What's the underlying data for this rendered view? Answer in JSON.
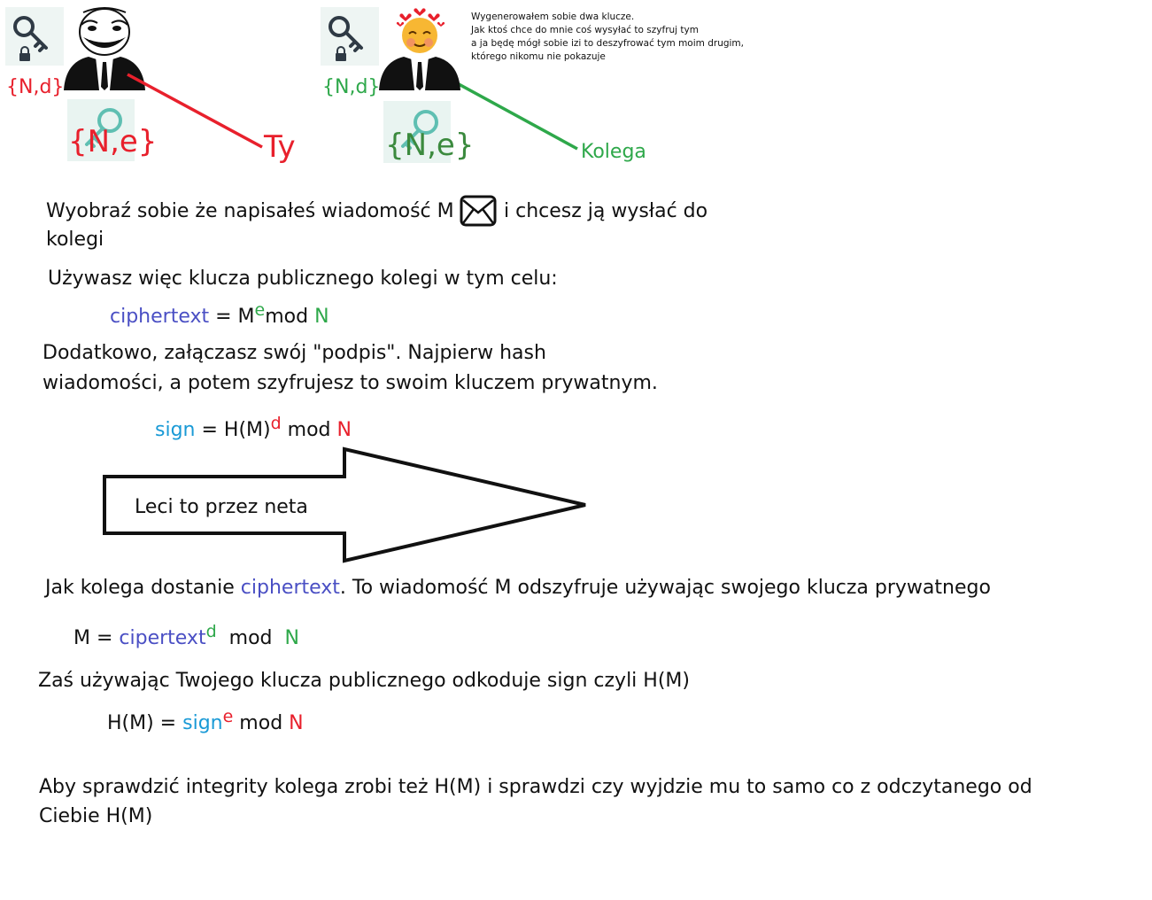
{
  "colors": {
    "blue": "#4a4fc4",
    "cyan": "#1a9ad6",
    "green": "#2ea84a",
    "red": "#e8202c",
    "key_teal": "#5fbfb2",
    "dark_key": "#2f3a45"
  },
  "you": {
    "private_key": "{N,d}",
    "public_key": "{N,e}",
    "label": "Ty",
    "lock_icon": "lock-icon",
    "avatar_icon": "troll-face-person-icon"
  },
  "friend": {
    "private_key": "{N,d}",
    "public_key": "{N,e}",
    "label": "Kolega",
    "lock_icon": "lock-icon",
    "avatar_icon": "smiling-face-hearts-person-icon",
    "note_lines": [
      "Wygenerowałem sobie dwa klucze.",
      "Jak ktoś chce do mnie coś wysyłać to szyfruj tym",
      "a ja będę mógł sobie izi to deszyfrować tym moim drugim,",
      "którego nikomu nie pokazuje"
    ]
  },
  "intro": {
    "line1_part1": "Wyobraź sobie że napisałeś wiadomość M",
    "line1_part2": "i chcesz ją wysłać do",
    "line2": "kolegi",
    "envelope_icon": "envelope-icon"
  },
  "encrypt": {
    "text": "Używasz więc klucza publicznego kolegi w tym celu:",
    "formula": {
      "lhs": "ciphertext",
      "eq": " = M",
      "exp": "e",
      "mod": "mod ",
      "mod_var": "N"
    }
  },
  "signing": {
    "line1": "Dodatkowo, załączasz swój \"podpis\". Najpierw hash",
    "line2": "wiadomości, a potem szyfrujesz to swoim kluczem prywatnym.",
    "formula": {
      "lhs": "sign",
      "eq": " = H(M)",
      "exp": "d",
      "mod": " mod ",
      "mod_var": "N"
    }
  },
  "arrow": {
    "label": "Leci to przez neta"
  },
  "decrypt": {
    "part1": "Jak kolega dostanie ",
    "highlight": "ciphertext",
    "part2": ". To wiadomość M odszyfruje używając swojego klucza prywatnego",
    "formula": {
      "lhs": "M = ",
      "var": "cipertext",
      "exp": "d",
      "mod": "  mod  ",
      "mod_var": "N"
    }
  },
  "verify": {
    "text": "Zaś używając Twojego klucza publicznego odkoduje sign czyli H(M)",
    "formula": {
      "lhs": "H(M) = ",
      "var": "sign",
      "exp": "e",
      "mod": " mod ",
      "mod_var": "N"
    }
  },
  "integrity": {
    "line1": "Aby sprawdzić integrity kolega zrobi też H(M) i sprawdzi czy wyjdzie mu to samo co z odczytanego od",
    "line2": "Ciebie H(M)"
  }
}
